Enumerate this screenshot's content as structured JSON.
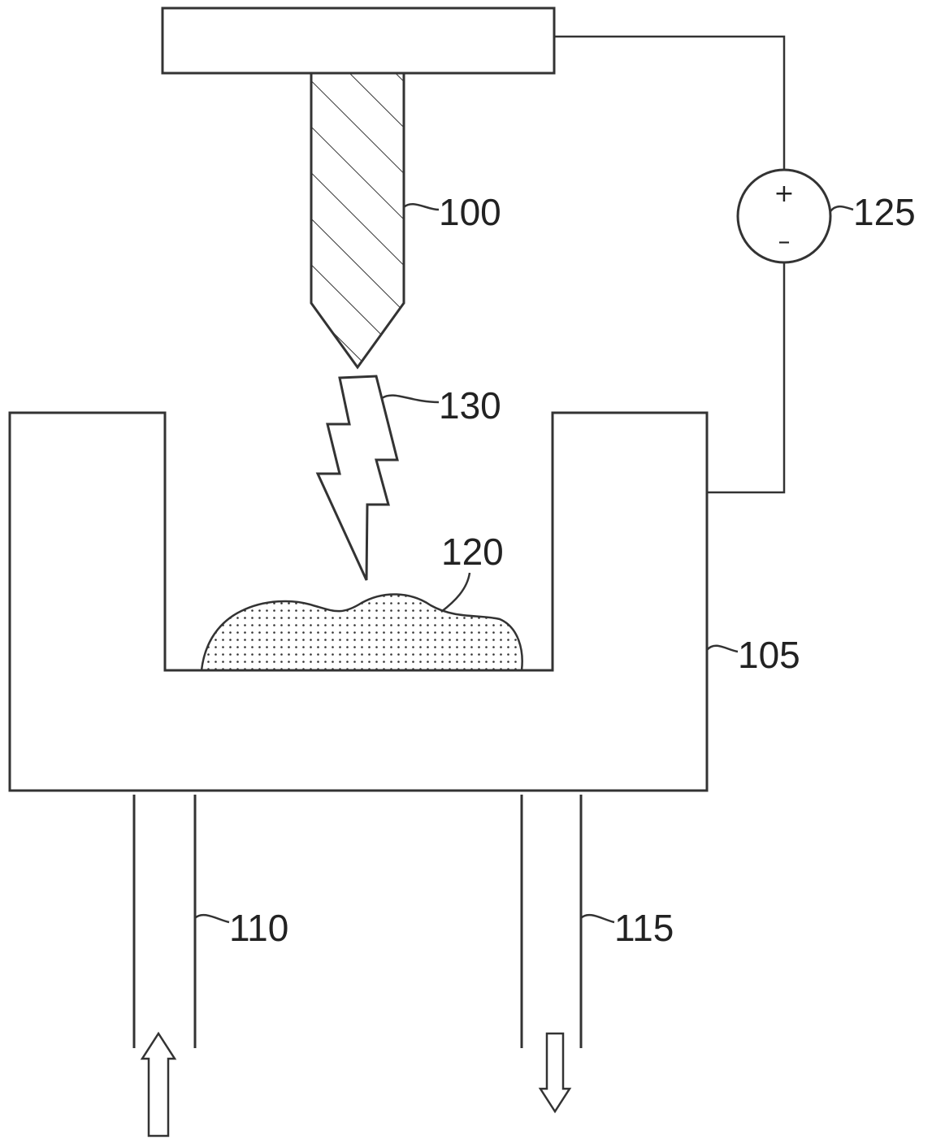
{
  "figure": {
    "labels": {
      "electrode": "100",
      "vessel": "105",
      "inlet": "110",
      "outlet": "115",
      "sample": "120",
      "power_source": "125",
      "discharge": "130"
    },
    "power_source": {
      "plus": "+",
      "minus": "–"
    },
    "colors": {
      "line": "#333333",
      "background": "#ffffff"
    }
  }
}
